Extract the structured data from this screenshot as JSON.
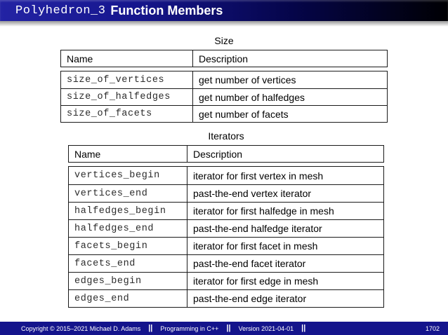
{
  "header": {
    "title_code": "Polyhedron_3",
    "title_text": "Function Members"
  },
  "tables": [
    {
      "caption": "Size",
      "columns": [
        "Name",
        "Description"
      ],
      "rows": [
        {
          "name": "size_of_vertices",
          "description": "get number of vertices"
        },
        {
          "name": "size_of_halfedges",
          "description": "get number of halfedges"
        },
        {
          "name": "size_of_facets",
          "description": "get number of facets"
        }
      ]
    },
    {
      "caption": "Iterators",
      "columns": [
        "Name",
        "Description"
      ],
      "rows": [
        {
          "name": "vertices_begin",
          "description": "iterator for first vertex in mesh"
        },
        {
          "name": "vertices_end",
          "description": "past-the-end vertex iterator"
        },
        {
          "name": "halfedges_begin",
          "description": "iterator for first halfedge in mesh"
        },
        {
          "name": "halfedges_end",
          "description": "past-the-end halfedge iterator"
        },
        {
          "name": "facets_begin",
          "description": "iterator for first facet in mesh"
        },
        {
          "name": "facets_end",
          "description": "past-the-end facet iterator"
        },
        {
          "name": "edges_begin",
          "description": "iterator for first edge in mesh"
        },
        {
          "name": "edges_end",
          "description": "past-the-end edge iterator"
        }
      ]
    }
  ],
  "footer": {
    "copyright": "Copyright © 2015–2021 Michael D. Adams",
    "separator": "||",
    "course": "Programming in C++",
    "version": "Version 2021-04-01",
    "page_number": "1702"
  },
  "colors": {
    "titlebar_left": "#2323a4",
    "titlebar_right": "#000003",
    "footer_bg": "#14148c",
    "table_border": "#1a1a1a"
  }
}
